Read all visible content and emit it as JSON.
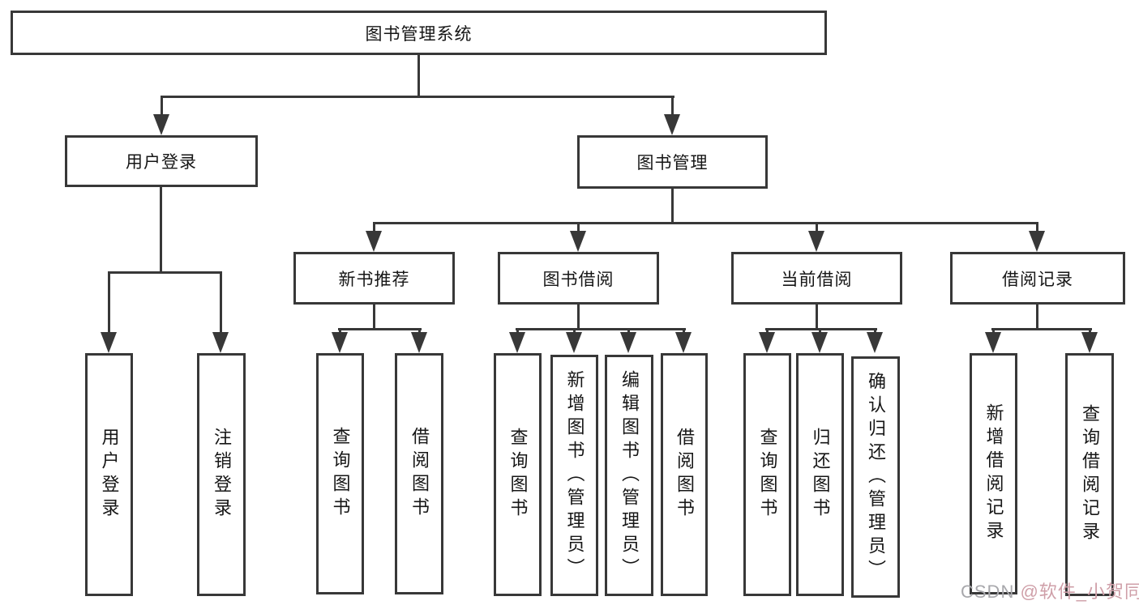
{
  "diagram": {
    "root": "图书管理系统",
    "user_login": {
      "label": "用户登录",
      "children": [
        "用户登录",
        "注销登录"
      ]
    },
    "book_mgmt": {
      "label": "图书管理"
    },
    "new_books": {
      "label": "新书推荐",
      "children": [
        "查询图书",
        "借阅图书"
      ]
    },
    "borrowing": {
      "label": "图书借阅",
      "children": [
        "查询图书",
        "新增图书（管理员）",
        "编辑图书（管理员）",
        "借阅图书"
      ]
    },
    "current": {
      "label": "当前借阅",
      "children": [
        "查询图书",
        "归还图书",
        "确认归还（管理员）"
      ]
    },
    "records": {
      "label": "借阅记录",
      "children": [
        "新增借阅记录",
        "查询借阅记录"
      ]
    }
  },
  "watermark": {
    "site": "CSDN ",
    "handle": "@软件_小贺同学"
  },
  "colors": {
    "line": "#383838",
    "text": "#161616",
    "background": "#ffffff",
    "watermark_gray": "#a8a8ac",
    "watermark_pink": "#cf9fa8"
  }
}
